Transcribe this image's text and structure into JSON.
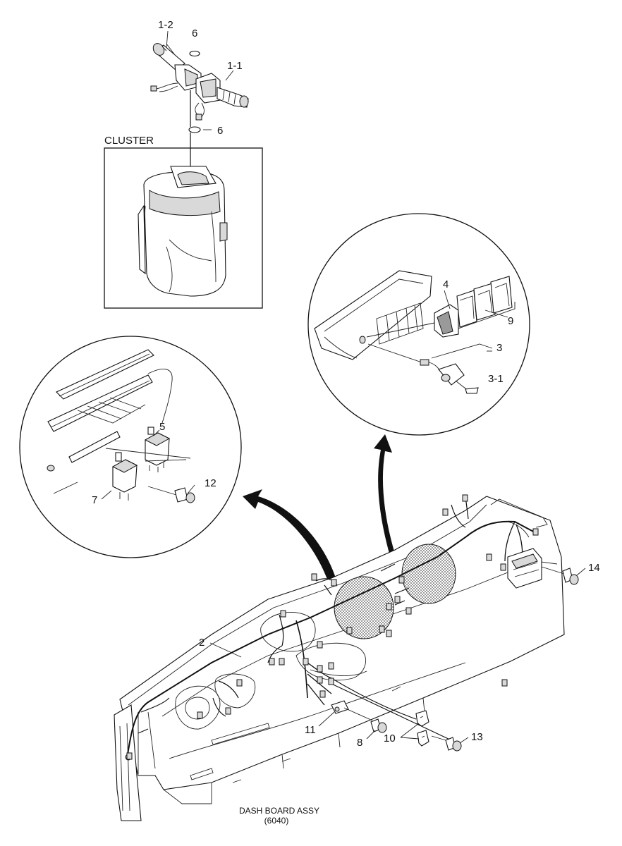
{
  "box_label": "CLUSTER",
  "title": {
    "line1": "DASH BOARD ASSY",
    "line2": "(6040)"
  },
  "callouts": {
    "c1_2": "1-2",
    "c6a": "6",
    "c1_1": "1-1",
    "c6b": "6",
    "c4": "4",
    "c9": "9",
    "c3": "3",
    "c3_1": "3-1",
    "c5": "5",
    "c12": "12",
    "c7": "7",
    "c14": "14",
    "c2": "2",
    "c11": "11",
    "c8": "8",
    "c10": "10",
    "c13": "13"
  }
}
